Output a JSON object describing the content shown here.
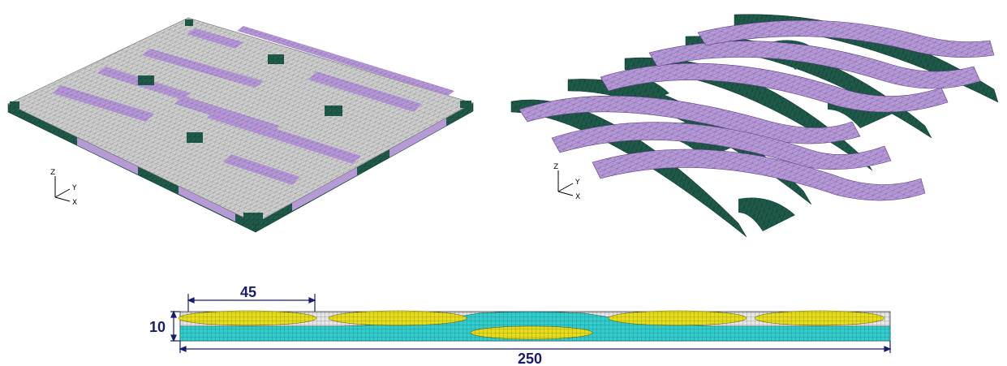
{
  "colors": {
    "matrix_mesh": "#cfcfcf",
    "warp_yarn": "#b69ad6",
    "weft_yarn": "#1f5a4a",
    "section_matrix": "#e6e6e6",
    "section_weft": "#e6dc1e",
    "section_warp": "#33cccc",
    "dimension": "#1a1a6e"
  },
  "left_view": {
    "axes": {
      "z": "Z",
      "y": "Y",
      "x": "X"
    }
  },
  "right_view": {
    "axes": {
      "z": "Z",
      "y": "Y",
      "x": "X"
    }
  },
  "cross_section": {
    "yarn_width_label": "45",
    "thickness_label": "10",
    "total_length_label": "250"
  }
}
